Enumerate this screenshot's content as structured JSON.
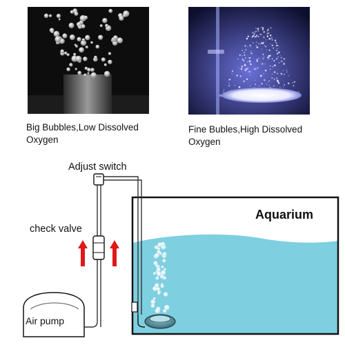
{
  "photos": {
    "big": {
      "caption_line1": "Big Bubbles,Low Dissolved",
      "caption_line2": "Oxygen"
    },
    "fine": {
      "caption_line1": "Fine Bubles,High Dissolved",
      "caption_line2": "Oxygen"
    }
  },
  "diagram": {
    "adjust_switch": "Adjust switch",
    "check_valve": "check valve",
    "aquarium": "Aquarium",
    "air_pump": "Air pump"
  },
  "colors": {
    "water": "#7ecfe0",
    "arrow": "#e01818",
    "tube": "#333333"
  }
}
